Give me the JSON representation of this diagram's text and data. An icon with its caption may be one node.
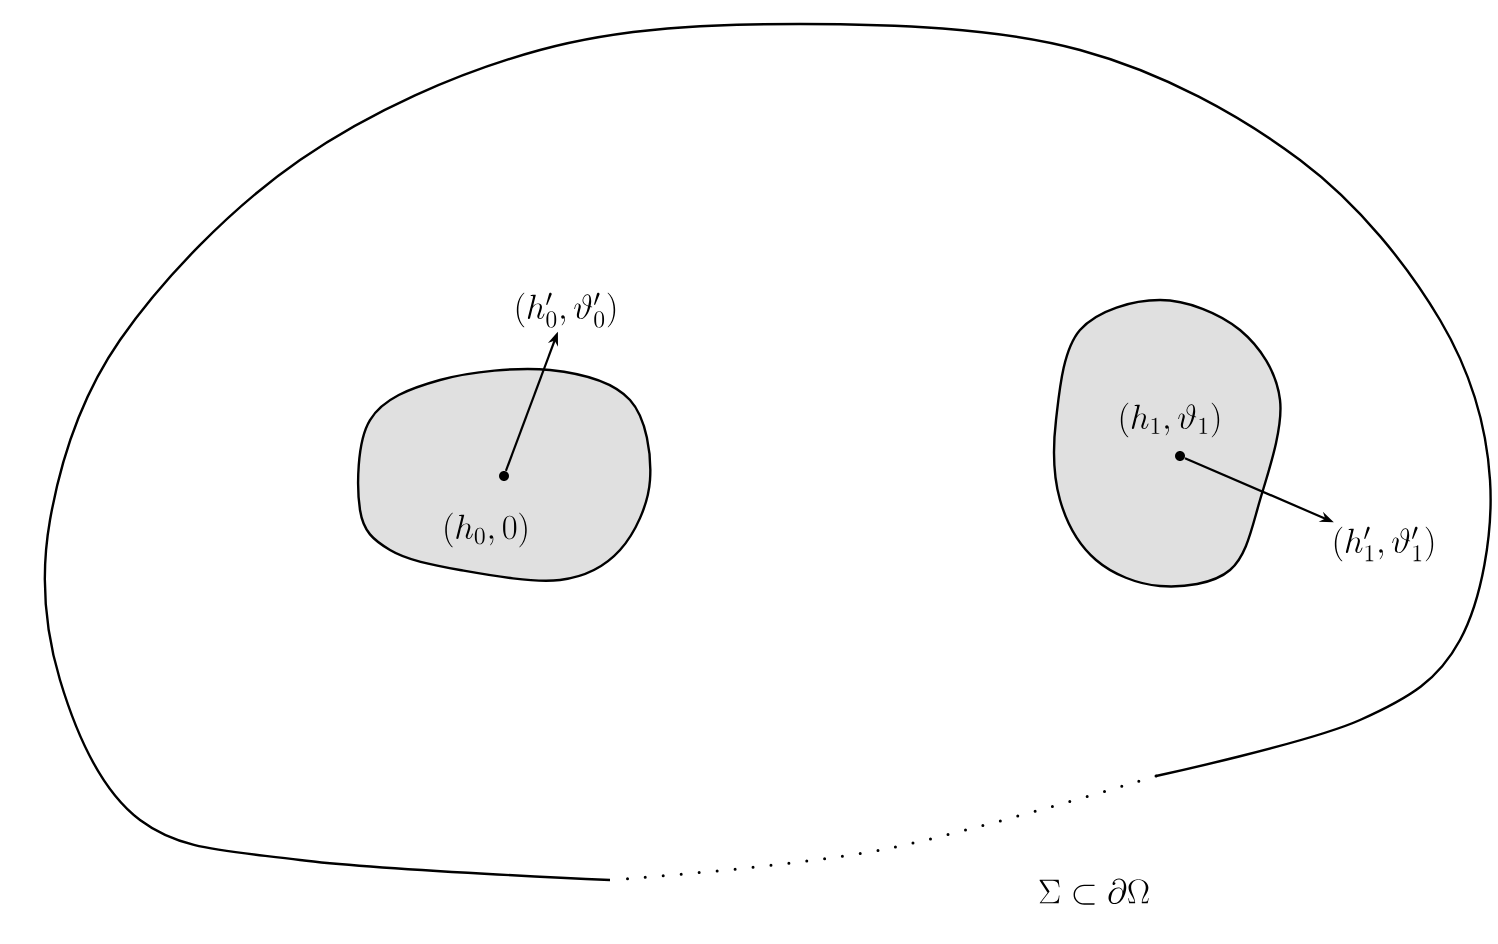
{
  "diagram": {
    "nodes": [
      {
        "text": [],
        "shape": "blob"
      },
      {
        "text": [
          "(h_0, 0)"
        ],
        "in": 0
      },
      {
        "text": [],
        "shape": "dot",
        "in": 1
      },
      {
        "text": [
          "(h_0', \\vartheta_0')"
        ],
        "in": 0
      },
      {
        "text": [
          "(h_1, \\vartheta_1)"
        ],
        "in": 0
      },
      {
        "text": [],
        "shape": "dot",
        "in": 4
      },
      {
        "text": [
          "(h_1', \\vartheta_1')"
        ],
        "in": 0
      }
    ],
    "edges": [
      {
        "from": 2,
        "to": 3,
        "arrow": "to"
      },
      {
        "from": 5,
        "to": 6,
        "arrow": "to"
      }
    ],
    "labels": [
      "\\Sigma \\subset \\partial\\Omega"
    ]
  }
}
